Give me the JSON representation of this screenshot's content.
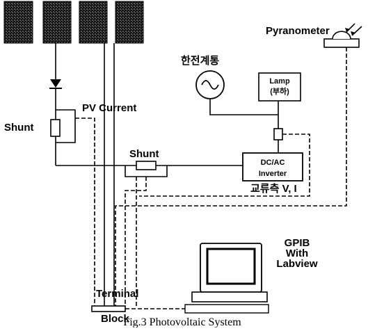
{
  "labels": {
    "pyranometer": "Pyranometer",
    "grid": "한전계통",
    "lamp_line1": "Lamp",
    "lamp_line2": "(부하)",
    "shunt_left": "Shunt",
    "pv_current": "PV Current",
    "shunt_center": "Shunt",
    "inverter_line1": "DC/AC",
    "inverter_line2": "Inverter",
    "ac_side": "교류측 V, I",
    "gpib_line1": "GPIB",
    "gpib_line2": "With",
    "gpib_line3": "Labview",
    "terminal_line1": "Terminal",
    "terminal_line2": "Block",
    "caption": "Fig.3 Photovoltaic System"
  },
  "icons": [
    "solar-panel-icon",
    "diode-icon",
    "ac-source-icon",
    "pyranometer-icon",
    "computer-icon"
  ]
}
